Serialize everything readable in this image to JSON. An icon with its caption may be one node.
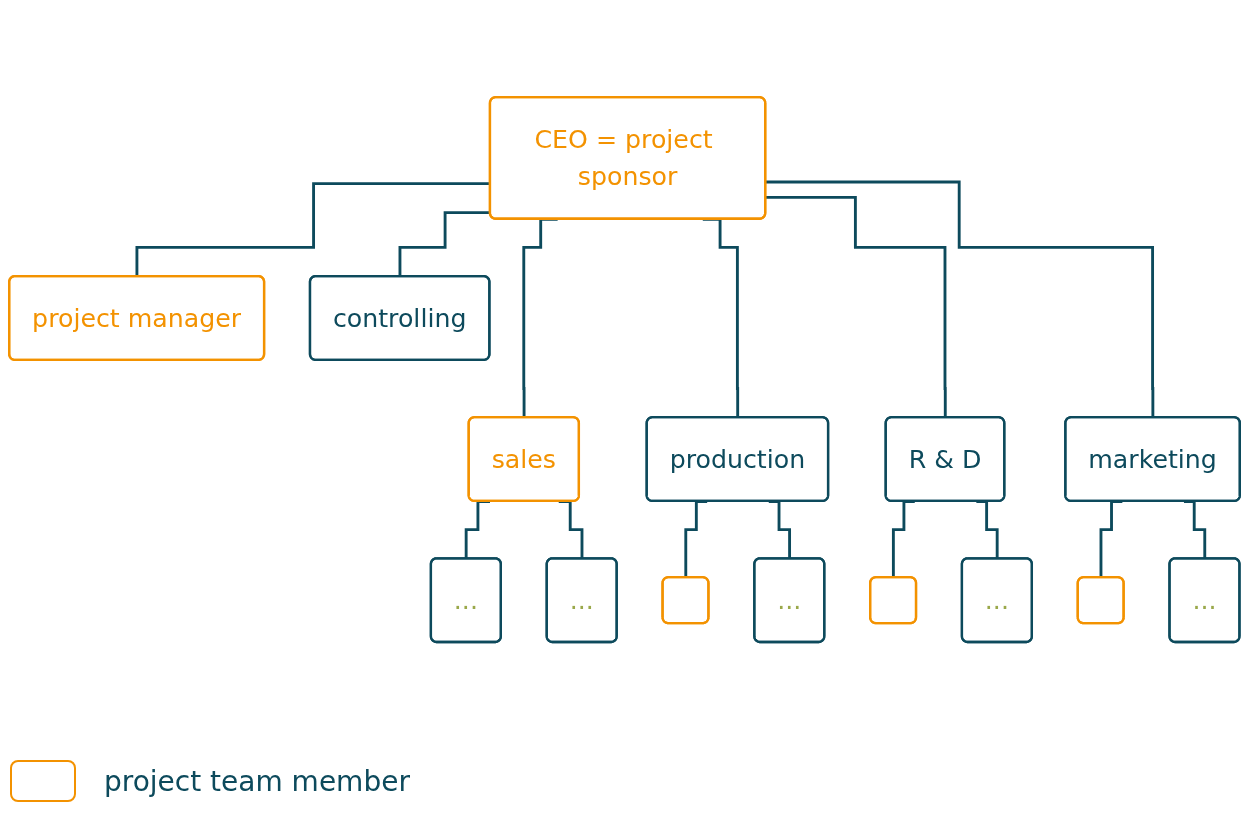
{
  "diagram": {
    "nodes": [
      {
        "text": [
          "CEO = project sponsor"
        ]
      },
      {
        "text": [
          "project manager"
        ]
      },
      {
        "text": [
          "controlling"
        ]
      },
      {
        "text": [
          "sales"
        ]
      },
      {
        "text": [
          "production"
        ]
      },
      {
        "text": [
          "R & D"
        ]
      },
      {
        "text": [
          "marketing"
        ]
      },
      {
        "text": [
          "..."
        ]
      },
      {
        "text": [
          "..."
        ]
      },
      {
        "text": [],
        "shape": "box"
      },
      {
        "text": [
          "..."
        ]
      },
      {
        "text": [],
        "shape": "box"
      },
      {
        "text": [
          "..."
        ]
      },
      {
        "text": [],
        "shape": "box"
      },
      {
        "text": [
          "..."
        ]
      }
    ],
    "edges": [
      {
        "from": 0,
        "to": 1,
        "arrow": "none"
      },
      {
        "from": 0,
        "to": 2,
        "arrow": "none"
      },
      {
        "from": 0,
        "to": 3,
        "arrow": "none"
      },
      {
        "from": 0,
        "to": 4,
        "arrow": "none"
      },
      {
        "from": 0,
        "to": 5,
        "arrow": "none"
      },
      {
        "from": 0,
        "to": 6,
        "arrow": "none"
      },
      {
        "from": 3,
        "to": 7,
        "arrow": "none"
      },
      {
        "from": 3,
        "to": 8,
        "arrow": "none"
      },
      {
        "from": 4,
        "to": 9,
        "arrow": "none"
      },
      {
        "from": 4,
        "to": 10,
        "arrow": "none"
      },
      {
        "from": 5,
        "to": 11,
        "arrow": "none"
      },
      {
        "from": 5,
        "to": 12,
        "arrow": "none"
      },
      {
        "from": 6,
        "to": 13,
        "arrow": "none"
      },
      {
        "from": 6,
        "to": 14,
        "arrow": "none"
      }
    ],
    "legend": [
      {
        "text": "project team member"
      }
    ]
  }
}
